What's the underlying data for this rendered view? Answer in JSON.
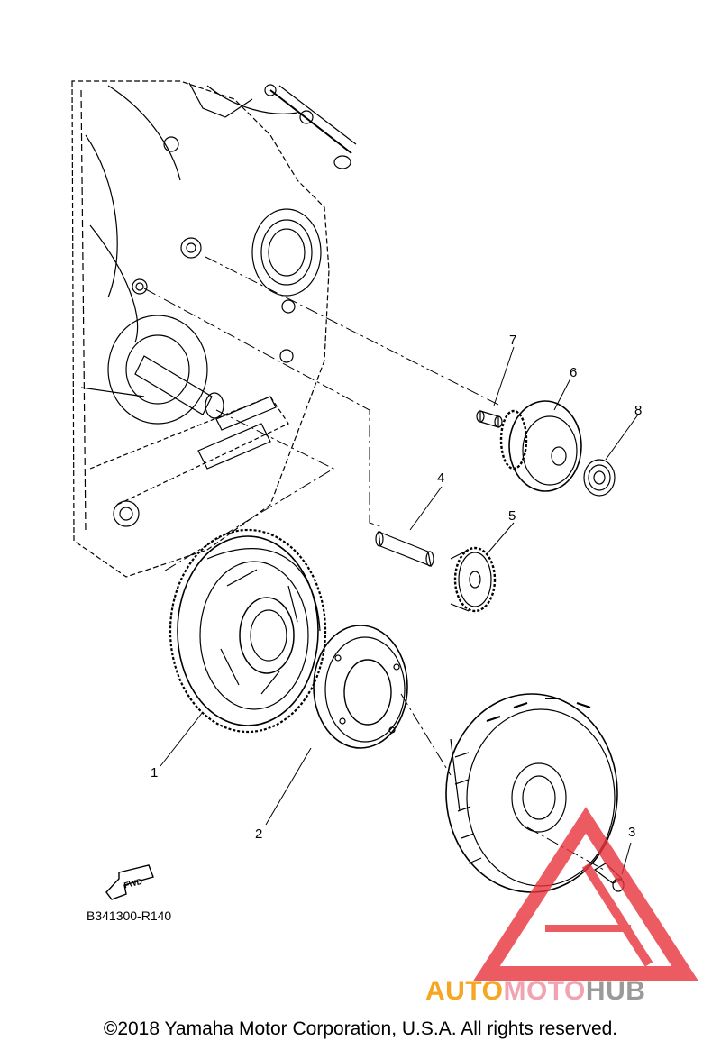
{
  "diagram": {
    "callouts": [
      "1",
      "2",
      "3",
      "4",
      "5",
      "6",
      "7",
      "8"
    ],
    "fwd_label": "FWD",
    "code": "B341300-R140",
    "copyright": "©2018 Yamaha Motor Corporation, U.S.A. All rights reserved."
  },
  "watermark": {
    "part1": "AUTO",
    "part2": "MOTO",
    "part3": "HUB",
    "colors": {
      "auto": "#f5a623",
      "moto": "#f2a3b1",
      "hub": "#9a9a9a",
      "triangle": "#e8323c"
    }
  }
}
